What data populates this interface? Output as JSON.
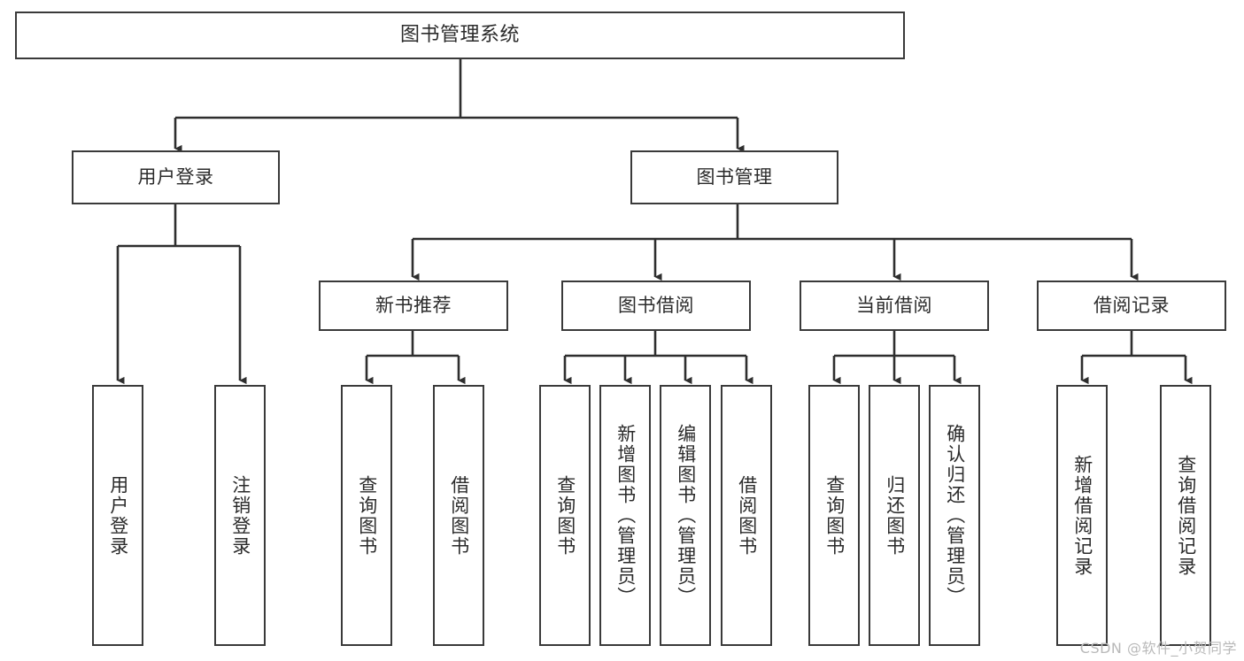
{
  "diagram": {
    "title": "图书管理系统",
    "watermark": "CSDN @软件_小贺同学",
    "colors": {
      "background": "#ffffff",
      "node_border": "#3a3a3a",
      "node_fill": "#ffffff",
      "edge": "#2e2e2e",
      "text": "#2b2b2b",
      "watermark": "#b9b9b9"
    },
    "root": {
      "label": "图书管理系统"
    },
    "level1": [
      {
        "id": "user-login",
        "label": "用户登录"
      },
      {
        "id": "book-manage",
        "label": "图书管理"
      }
    ],
    "level2": [
      {
        "id": "new-book-recommend",
        "label": "新书推荐",
        "parent": "book-manage"
      },
      {
        "id": "book-borrow",
        "label": "图书借阅",
        "parent": "book-manage"
      },
      {
        "id": "current-borrow",
        "label": "当前借阅",
        "parent": "book-manage"
      },
      {
        "id": "borrow-record",
        "label": "借阅记录",
        "parent": "book-manage"
      }
    ],
    "leaves": [
      {
        "id": "leaf-user-login",
        "label": "用户登录",
        "parent": "user-login"
      },
      {
        "id": "leaf-logout-login",
        "label": "注销登录",
        "parent": "user-login"
      },
      {
        "id": "leaf-query-book-1",
        "label": "查询图书",
        "parent": "new-book-recommend"
      },
      {
        "id": "leaf-borrow-book-1",
        "label": "借阅图书",
        "parent": "new-book-recommend"
      },
      {
        "id": "leaf-query-book-2",
        "label": "查询图书",
        "parent": "book-borrow"
      },
      {
        "id": "leaf-add-book",
        "label": "新增图书（管理员）",
        "parent": "book-borrow"
      },
      {
        "id": "leaf-edit-book",
        "label": "编辑图书（管理员）",
        "parent": "book-borrow"
      },
      {
        "id": "leaf-borrow-book-2",
        "label": "借阅图书",
        "parent": "book-borrow"
      },
      {
        "id": "leaf-query-book-3",
        "label": "查询图书",
        "parent": "current-borrow"
      },
      {
        "id": "leaf-return-book",
        "label": "归还图书",
        "parent": "current-borrow"
      },
      {
        "id": "leaf-confirm-return",
        "label": "确认归还（管理员）",
        "parent": "current-borrow"
      },
      {
        "id": "leaf-add-record",
        "label": "新增借阅记录",
        "parent": "borrow-record"
      },
      {
        "id": "leaf-query-record",
        "label": "查询借阅记录",
        "parent": "borrow-record"
      }
    ]
  }
}
